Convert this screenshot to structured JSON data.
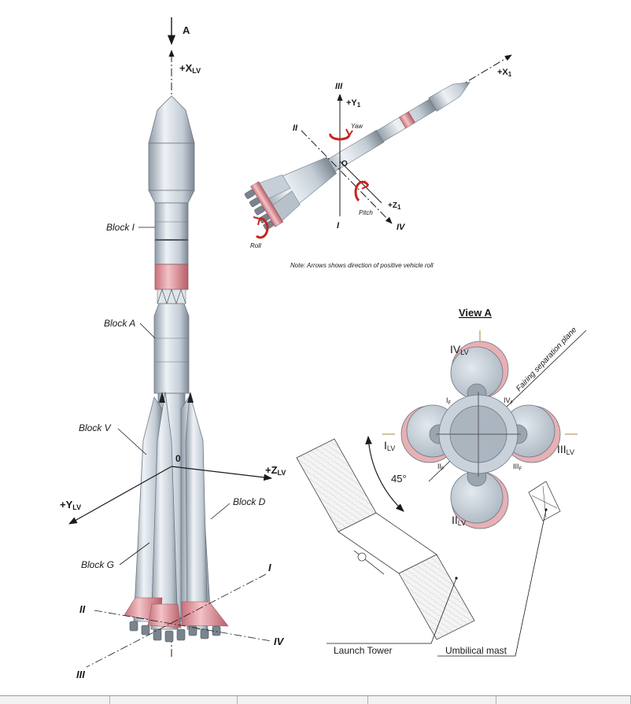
{
  "labels": {
    "arrow_a": "A",
    "x_lv": "+X",
    "x_lv_sub": "LV",
    "block_i": "Block I",
    "block_a": "Block A",
    "block_v": "Block V",
    "block_g": "Block G",
    "block_d": "Block D",
    "origin": "0",
    "z_lv": "+Z",
    "z_lv_sub": "LV",
    "y_lv": "+Y",
    "y_lv_sub": "LV",
    "plane_i": "I",
    "plane_ii": "II",
    "plane_iii": "III",
    "plane_iv": "IV"
  },
  "inset": {
    "x1": "+X",
    "x1_sub": "1",
    "y1": "+Y",
    "y1_sub": "1",
    "z1": "+Z",
    "z1_sub": "1",
    "plane_iii": "III",
    "plane_ii": "II",
    "plane_i": "I",
    "plane_iv": "IV",
    "origin": "O",
    "yaw": "Yaw",
    "pitch": "Pitch",
    "roll": "Roll",
    "note": "Note: Arrows shows direction of positive vehicle roll"
  },
  "view_a": {
    "title": "View A",
    "iv_lv": "IV",
    "iv_lv_sub": "LV",
    "i_lv": "I",
    "i_lv_sub": "LV",
    "iii_lv": "III",
    "iii_lv_sub": "LV",
    "ii_lv": "II",
    "ii_lv_sub": "LV",
    "i_f": "I",
    "iv_f": "IV",
    "ii_f": "II",
    "iii_f": "III",
    "f_sub": "F",
    "angle": "45°",
    "fairing_plane": "Fairing separation plane",
    "launch_tower": "Launch Tower",
    "umbilical_mast": "Umbilical mast"
  },
  "colors": {
    "body": "#c9d3dc",
    "body_dark": "#8e9aa6",
    "pink": "#e9a0a6",
    "line": "#1a1a1a",
    "arrow_red": "#c8231e",
    "hatch": "#e8e8e8"
  }
}
